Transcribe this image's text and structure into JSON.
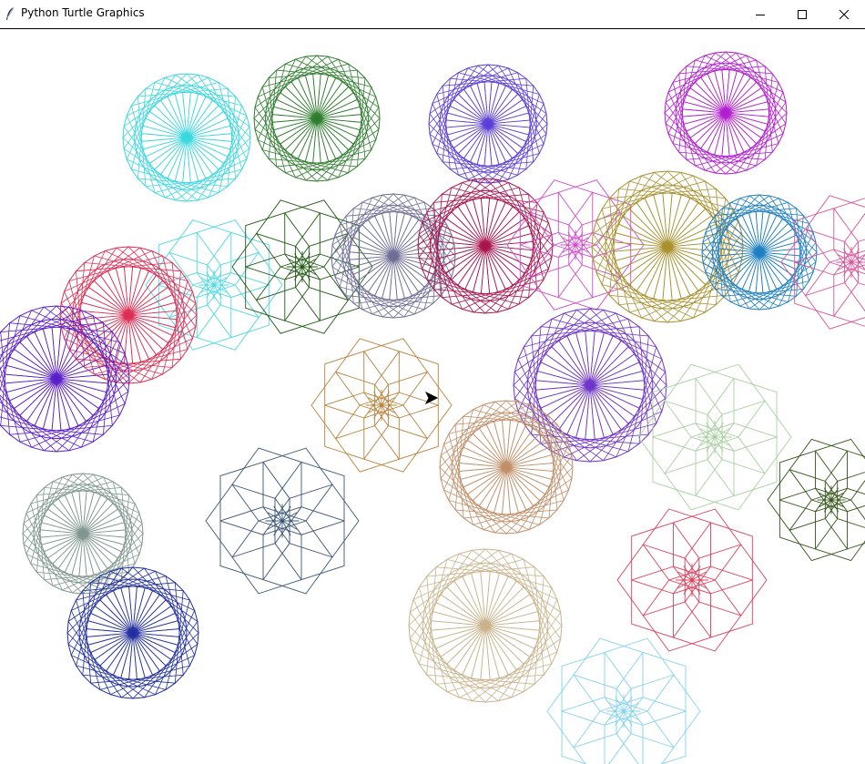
{
  "window": {
    "title": "Python Turtle Graphics",
    "app_icon": "feather-icon",
    "controls": [
      "minimize-icon",
      "maximize-icon",
      "close-icon"
    ]
  },
  "canvas": {
    "background": "#ffffff",
    "turtle_cursor": "arrow-cursor-icon",
    "turtle_color": "#000000"
  },
  "patterns": [
    {
      "name": "cyan-spirograph",
      "color": "#3bd7df",
      "style": "spiro"
    },
    {
      "name": "darkgreen-spirograph",
      "color": "#2e7d2e",
      "style": "spiro"
    },
    {
      "name": "blueviolet-spirograph",
      "color": "#5b3fd6",
      "style": "spiro"
    },
    {
      "name": "magenta-spirograph",
      "color": "#b21fcf",
      "style": "spiro"
    },
    {
      "name": "turquoise-rosette",
      "color": "#4fd9e0",
      "style": "rosette"
    },
    {
      "name": "darkgreen-rosette",
      "color": "#1f5a12",
      "style": "rosette"
    },
    {
      "name": "slategray-spirograph",
      "color": "#6e6e96",
      "style": "spiro"
    },
    {
      "name": "crimson-spirograph",
      "color": "#a8154f",
      "style": "spiro"
    },
    {
      "name": "orchid-rosette",
      "color": "#cf4fc8",
      "style": "rosette"
    },
    {
      "name": "olive-gold-spirograph",
      "color": "#a8902d",
      "style": "spiro"
    },
    {
      "name": "steelblue-spirograph",
      "color": "#1e7fc2",
      "style": "spiro"
    },
    {
      "name": "hotpink-rosette",
      "color": "#d9549a",
      "style": "rosette"
    },
    {
      "name": "red-spirograph",
      "color": "#dc2f55",
      "style": "spiro"
    },
    {
      "name": "indigo-spirograph",
      "color": "#5a1fc8",
      "style": "spiro"
    },
    {
      "name": "bronze-rosette",
      "color": "#b8813c",
      "style": "rosette"
    },
    {
      "name": "purple-spirograph",
      "color": "#6f35c9",
      "style": "spiro"
    },
    {
      "name": "tan-spirograph",
      "color": "#c08f6a",
      "style": "spiro"
    },
    {
      "name": "sage-rosette",
      "color": "#a9cfa0",
      "style": "rosette"
    },
    {
      "name": "moss-rosette",
      "color": "#35561b",
      "style": "rosette"
    },
    {
      "name": "graygreen-spirograph",
      "color": "#809690",
      "style": "spiro"
    },
    {
      "name": "slateblue-rosette",
      "color": "#3a5476",
      "style": "rosette"
    },
    {
      "name": "navy-spirograph",
      "color": "#2230a0",
      "style": "spiro"
    },
    {
      "name": "beige-spirograph",
      "color": "#c8b38c",
      "style": "spiro"
    },
    {
      "name": "rose-rosette",
      "color": "#dc3e5c",
      "style": "rosette"
    },
    {
      "name": "skyblue-rosette",
      "color": "#86d2ee",
      "style": "rosette"
    }
  ]
}
